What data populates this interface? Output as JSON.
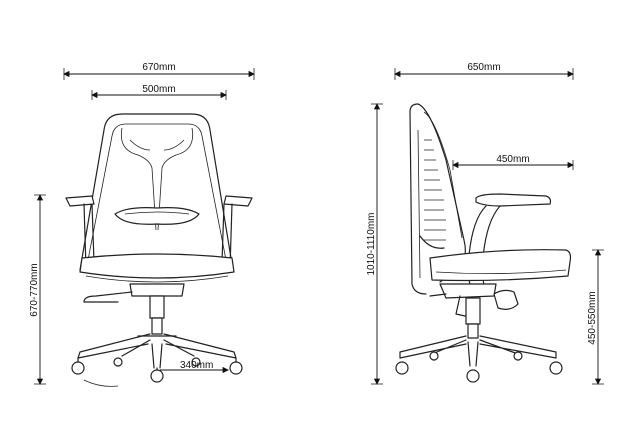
{
  "dimensions": {
    "overall_width": "670mm",
    "backrest_width": "500mm",
    "overall_depth": "650mm",
    "seat_depth": "450mm",
    "overall_height": "1010-1110mm",
    "armrest_height": "670-770mm",
    "seat_height": "450-550mm",
    "base_radius": "340mm"
  },
  "colors": {
    "line": "#222222",
    "background": "#ffffff"
  }
}
